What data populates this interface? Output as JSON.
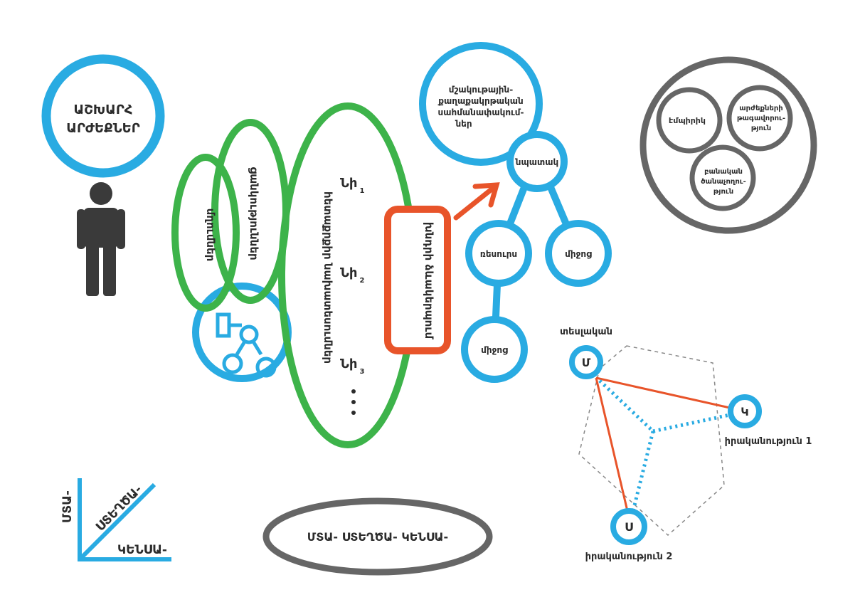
{
  "world": {
    "line1": "ԱՇԽԱՐՀ",
    "line2": "ԱՐԺԵՔՆԵՐ"
  },
  "ovals": {
    "small": "մղումներ",
    "medium": "ցանկություններ",
    "large": "հետաքրքիր նախատեսումներ"
  },
  "ni": {
    "base": "Նի",
    "subs": [
      "1",
      "2",
      "3"
    ],
    "ellipsis": "⋮"
  },
  "decision": "խնդրի ձևակերպում",
  "culture": [
    "մշակութային-",
    "քաղաքակրթական",
    "սահմանափակում-",
    "ներ"
  ],
  "tree": {
    "goal": "նպատակ",
    "resource": "ռեսուրս",
    "means1": "միջոց",
    "means2": "միջոց"
  },
  "triad": {
    "empiric": "էմպիրիկ",
    "values": [
      "արժեքների",
      "թագավորու-",
      "թյուն"
    ],
    "logic": [
      "բանական",
      "ծանաչողու-",
      "թյուն"
    ]
  },
  "reality": {
    "top_label": "տեսլական",
    "top_letter": "Մ",
    "right_letter": "Կ",
    "right_label": "իրականություն 1",
    "bottom_letter": "Ս",
    "bottom_label": "իրականություն 2"
  },
  "axes": {
    "y": "ՄՏԱ-",
    "diag": "ՍՏԵՂԾԱ-",
    "x": "ԿԵՆՍԱ-"
  },
  "bottom_oval": "ՄՏԱ- ՍՏԵՂԾԱ- ԿԵՆՍԱ-",
  "colors": {
    "blue": "#29abe2",
    "green": "#3db34a",
    "orange": "#e8542a",
    "gray": "#666666",
    "dark": "#3a3a3a"
  }
}
